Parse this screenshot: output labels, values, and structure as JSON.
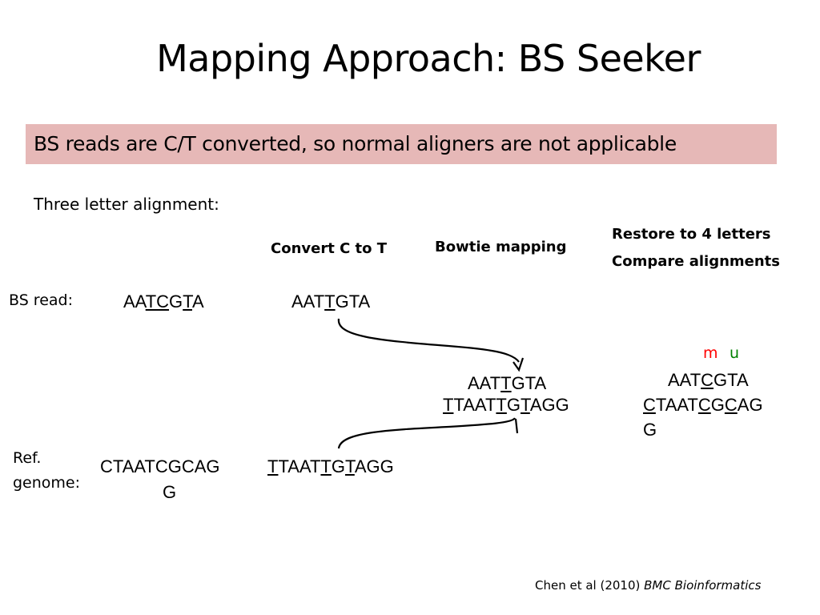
{
  "slide": {
    "title": "Mapping Approach: BS Seeker",
    "banner": "BS reads are C/T converted, so normal aligners are not applicable",
    "subheading": "Three letter alignment:",
    "steps": {
      "convert": "Convert C to T",
      "bowtie": "Bowtie mapping",
      "restore": "Restore to 4 letters",
      "compare": "Compare alignments"
    },
    "row_labels": {
      "bs_read": "BS read:",
      "ref_line1": "Ref.",
      "ref_line2": "genome:"
    },
    "sequences": {
      "bs_read_original": [
        "AA",
        "TC",
        "G",
        "T",
        "A"
      ],
      "bs_read_converted": [
        "AAT",
        "T",
        "GTA"
      ],
      "bowtie_read": [
        "AAT",
        "T",
        "GTA"
      ],
      "bowtie_ref": [
        "",
        "T",
        "TAAT",
        "T",
        "G",
        "T",
        "AGG"
      ],
      "restored_read": [
        "AAT",
        "C",
        "GTA"
      ],
      "restored_ref_line1": [
        "",
        "C",
        "TAAT",
        "C",
        "G",
        "C",
        "AG"
      ],
      "restored_ref_line2": "G",
      "ref_original_line1": "CTAATCGCAG",
      "ref_original_line2": "G",
      "ref_converted": [
        "",
        "T",
        "TAAT",
        "T",
        "G",
        "T",
        "AGG"
      ]
    },
    "methylation_labels": {
      "methylated": "m",
      "unmethylated": "u"
    },
    "citation": {
      "authors": "Chen et al (2010) ",
      "journal": "BMC Bioinformatics"
    },
    "colors": {
      "banner_bg": "#e6b8b7",
      "methylated": "#ff0000",
      "unmethylated": "#008000",
      "arrow": "#000000"
    }
  }
}
